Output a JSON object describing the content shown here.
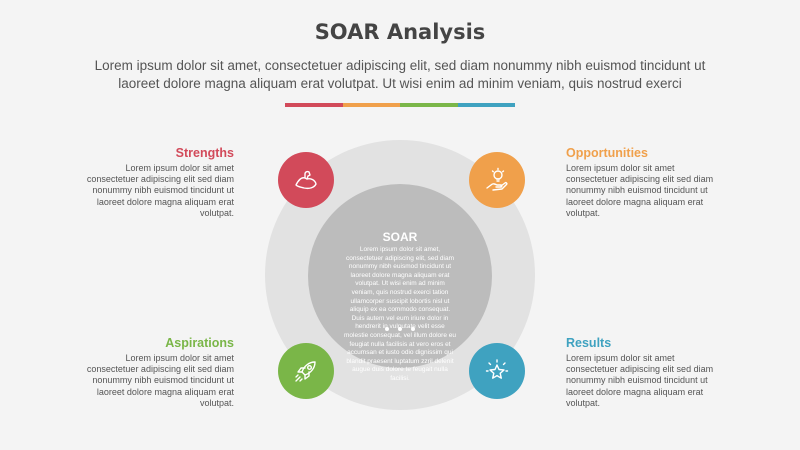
{
  "header": {
    "title": "SOAR Analysis",
    "subtitle_line1": "Lorem ipsum dolor sit amet, consectetuer adipiscing elit, sed diam nonummy nibh euismod tincidunt ut",
    "subtitle_line2": "laoreet dolore magna aliquam erat volutpat. Ut wisi enim ad minim veniam, quis nostrud exerci"
  },
  "divider_colors": [
    "#d24a5a",
    "#f0a04b",
    "#7ab648",
    "#3fa2c0"
  ],
  "center": {
    "title": "SOAR",
    "text": "Lorem ipsum dolor sit amet, consectetuer adipiscing elit, sed diam nonummy nibh euismod tincidunt ut laoreet dolore magna aliquam erat volutpat. Ut wisi enim ad minim veniam, quis nostrud exerci tation ullamcorper suscipit lobortis nisl ut aliquip ex ea commodo consequat. Duis autem vel eum iriure dolor in hendrerit in vulputate velit esse molestie consequat, vel illum dolore eu feugiat nulla facilisis at vero eros et accumsan et iusto odio dignissim qui blandit praesent luptatum zzril delenit augue duis dolore te feugait nulla facilisi."
  },
  "quadrants": {
    "strengths": {
      "title": "Strengths",
      "color": "#d24a5a",
      "icon": "flexed-arm-icon",
      "text": "Lorem ipsum dolor sit amet consectetuer adipiscing elit sed diam nonummy nibh euismod tincidunt ut laoreet dolore magna aliquam erat volutpat."
    },
    "opportunities": {
      "title": "Opportunities",
      "color": "#f0a04b",
      "icon": "hand-lightbulb-icon",
      "text": "Lorem ipsum dolor sit amet consectetuer adipiscing elit sed diam nonummy nibh euismod tincidunt ut laoreet dolore magna aliquam erat volutpat."
    },
    "aspirations": {
      "title": "Aspirations",
      "color": "#7ab648",
      "icon": "rocket-icon",
      "text": "Lorem ipsum dolor sit amet consectetuer adipiscing elit sed diam nonummy nibh euismod tincidunt ut laoreet dolore magna aliquam erat volutpat."
    },
    "results": {
      "title": "Results",
      "color": "#3fa2c0",
      "icon": "star-badge-icon",
      "text": "Lorem ipsum dolor sit amet consectetuer adipiscing elit sed diam nonummy nibh euismod tincidunt ut laoreet dolore magna aliquam erat volutpat."
    }
  }
}
